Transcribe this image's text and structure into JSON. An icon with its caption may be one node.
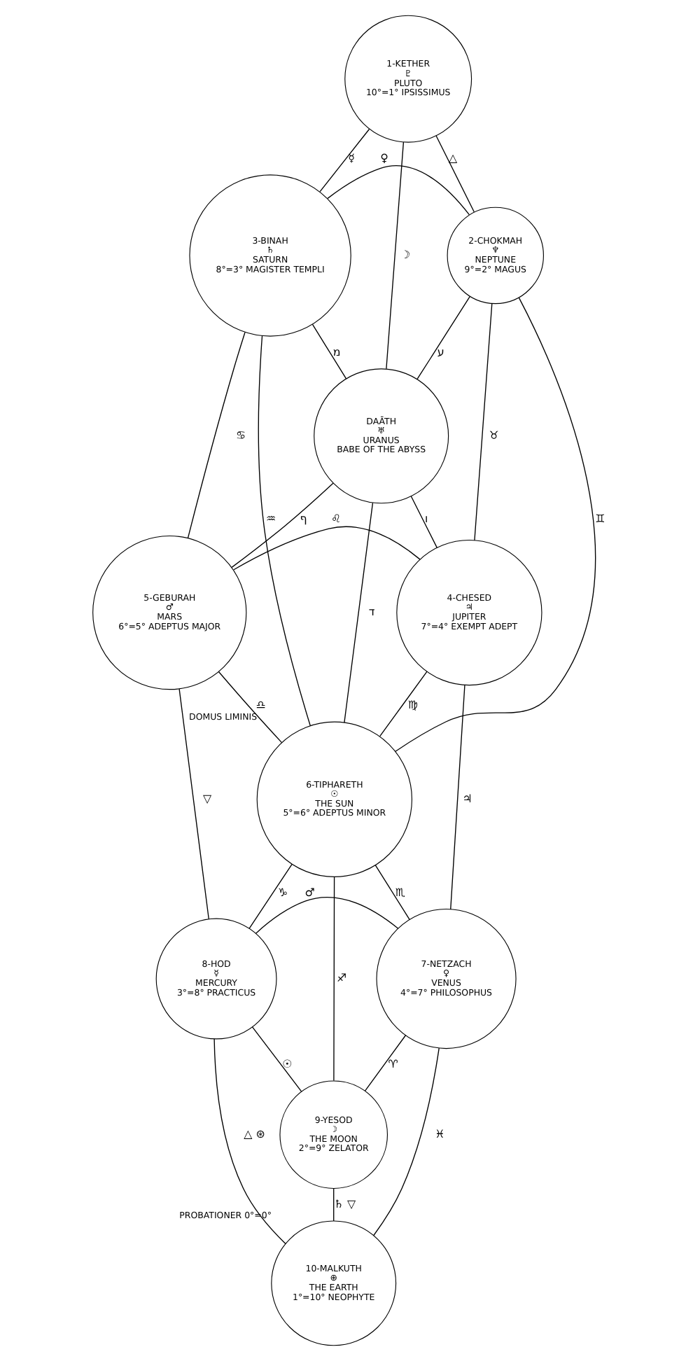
{
  "diagram": {
    "nodes": [
      {
        "text": [
          "1-KETHER",
          "♇",
          "PLUTO",
          "10°=1° IPSISSIMUS"
        ]
      },
      {
        "text": [
          "3-BINAH",
          "♄",
          "SATURN",
          "8°=3° MAGISTER TEMPLI"
        ]
      },
      {
        "text": [
          "2-CHOKMAH",
          "♆",
          "NEPTUNE",
          "9°=2° MAGUS"
        ]
      },
      {
        "text": [
          "DAĀTH",
          "♅",
          "URANUS",
          "BABE OF THE ABYSS"
        ]
      },
      {
        "text": [
          "5-GEBURAH",
          "♂",
          "MARS",
          "6°=5° ADEPTUS MAJOR"
        ]
      },
      {
        "text": [
          "4-CHESED",
          "♃",
          "JUPITER",
          "7°=4° EXEMPT ADEPT"
        ]
      },
      {
        "text": [
          "6-TIPHARETH",
          "☉",
          "THE SUN",
          "5°=6° ADEPTUS MINOR"
        ],
        "beside": [
          "DOMUS LIMINIS"
        ]
      },
      {
        "text": [
          "8-HOD",
          "☿",
          "MERCURY",
          "3°=8° PRACTICUS"
        ]
      },
      {
        "text": [
          "7-NETZACH",
          "♀",
          "VENUS",
          "4°=7° PHILOSOPHUS"
        ]
      },
      {
        "text": [
          "9-YESOD",
          "☽",
          "THE MOON",
          "2°=9° ZELATOR"
        ]
      },
      {
        "text": [
          "10-MALKUTH",
          "⊕",
          "THE EARTH",
          "1°=10° NEOPHYTE"
        ],
        "beside": [
          "PROBATIONER 0°=0°"
        ]
      }
    ],
    "edges": [
      {
        "from": 0,
        "to": 1,
        "arrow": "none",
        "label": "☿"
      },
      {
        "from": 0,
        "to": 2,
        "arrow": "none",
        "label": "△"
      },
      {
        "from": 0,
        "to": 3,
        "arrow": "none",
        "label": "☽"
      },
      {
        "from": 1,
        "to": 2,
        "arrow": "none",
        "label": "♀"
      },
      {
        "from": 1,
        "to": 3,
        "arrow": "none",
        "label": "מ"
      },
      {
        "from": 2,
        "to": 3,
        "arrow": "none",
        "label": "ע"
      },
      {
        "from": 1,
        "to": 4,
        "arrow": "none",
        "label": "♋"
      },
      {
        "from": 1,
        "to": 6,
        "arrow": "none",
        "label": "♒"
      },
      {
        "from": 2,
        "to": 6,
        "arrow": "none",
        "label": "♊"
      },
      {
        "from": 2,
        "to": 5,
        "arrow": "none",
        "label": "♉"
      },
      {
        "from": 3,
        "to": 4,
        "arrow": "none",
        "label": "ף"
      },
      {
        "from": 3,
        "to": 5,
        "arrow": "none",
        "label": "ו"
      },
      {
        "from": 4,
        "to": 5,
        "arrow": "none",
        "label": "♌"
      },
      {
        "from": 3,
        "to": 6,
        "arrow": "none",
        "label": "ד"
      },
      {
        "from": 4,
        "to": 6,
        "arrow": "none",
        "label": "♎"
      },
      {
        "from": 5,
        "to": 6,
        "arrow": "none",
        "label": "♍"
      },
      {
        "from": 4,
        "to": 7,
        "arrow": "none",
        "label": "▽"
      },
      {
        "from": 5,
        "to": 8,
        "arrow": "none",
        "label": "♃"
      },
      {
        "from": 6,
        "to": 7,
        "arrow": "none",
        "label": "♑"
      },
      {
        "from": 6,
        "to": 8,
        "arrow": "none",
        "label": "♏"
      },
      {
        "from": 7,
        "to": 8,
        "arrow": "none",
        "label": "♂"
      },
      {
        "from": 6,
        "to": 9,
        "arrow": "none",
        "label": "♐"
      },
      {
        "from": 7,
        "to": 9,
        "arrow": "none",
        "label": "☉"
      },
      {
        "from": 8,
        "to": 9,
        "arrow": "none",
        "label": "♈"
      },
      {
        "from": 7,
        "to": 10,
        "arrow": "none",
        "label": "△ ⊛"
      },
      {
        "from": 9,
        "to": 10,
        "arrow": "none",
        "label": "♄ ▽"
      },
      {
        "from": 8,
        "to": 10,
        "arrow": "none",
        "label": "♓"
      }
    ]
  }
}
